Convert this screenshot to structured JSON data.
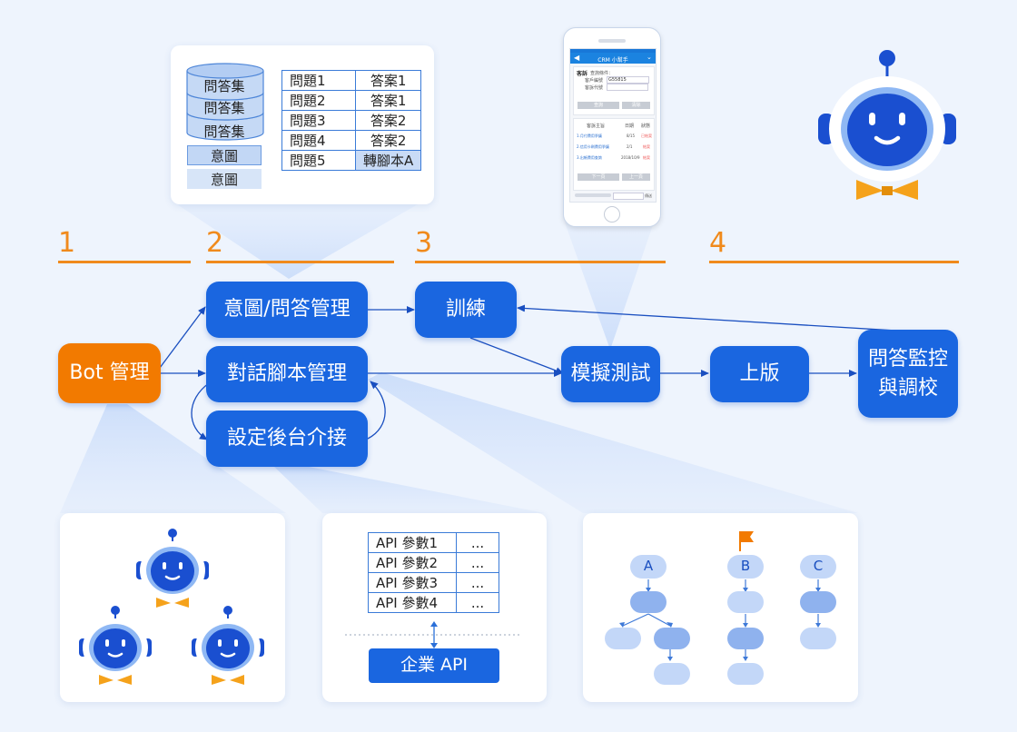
{
  "steps": [
    "1",
    "2",
    "3",
    "4"
  ],
  "nodes": {
    "bot_mgmt": "Bot 管理",
    "intent_qa": "意圖/問答管理",
    "dialog_script": "對話腳本管理",
    "backend_setting": "設定後台介接",
    "train": "訓練",
    "simulate": "模擬測試",
    "publish": "上版",
    "monitor_line1": "問答監控",
    "monitor_line2": "與調校"
  },
  "qa_panel": {
    "qa_sets": [
      "問答集",
      "問答集",
      "問答集"
    ],
    "intents": [
      "意圖",
      "意圖"
    ],
    "table": [
      [
        "問題1",
        "答案1"
      ],
      [
        "問題2",
        "答案1"
      ],
      [
        "問題3",
        "答案2"
      ],
      [
        "問題4",
        "答案2"
      ],
      [
        "問題5",
        "轉腳本A"
      ]
    ]
  },
  "phone": {
    "title": "CRM 小幫手",
    "complaint_label": "客訴",
    "query_label": "查詢條件：",
    "customer_id_label": "客戶編號",
    "customer_id_value": "G55815",
    "complaint_code_label": "客訴代號",
    "btn_query": "查詢",
    "btn_clear": "清除",
    "list_headers": [
      "客訴主旨",
      "日期",
      "狀態"
    ],
    "rows": [
      [
        "1.月付費用爭議",
        "8/15",
        "已結案"
      ],
      [
        "2.信用卡刷費用爭議",
        "2/1",
        "結案"
      ],
      [
        "3.出帳費用查詢",
        "2018/10/9",
        "結案"
      ]
    ],
    "btn_prev": "下一頁",
    "btn_next": "上一頁",
    "send": "傳送"
  },
  "api_panel": {
    "params": [
      [
        "API 參數1",
        "..."
      ],
      [
        "API 參數2",
        "..."
      ],
      [
        "API 參數3",
        "..."
      ],
      [
        "API 參數4",
        "..."
      ]
    ],
    "enterprise_api": "企業 API"
  },
  "flow_panel": {
    "labels": [
      "A",
      "B",
      "C"
    ]
  },
  "colors": {
    "primary": "#1a66e0",
    "orange": "#f27a00",
    "background": "#eef4fd"
  }
}
